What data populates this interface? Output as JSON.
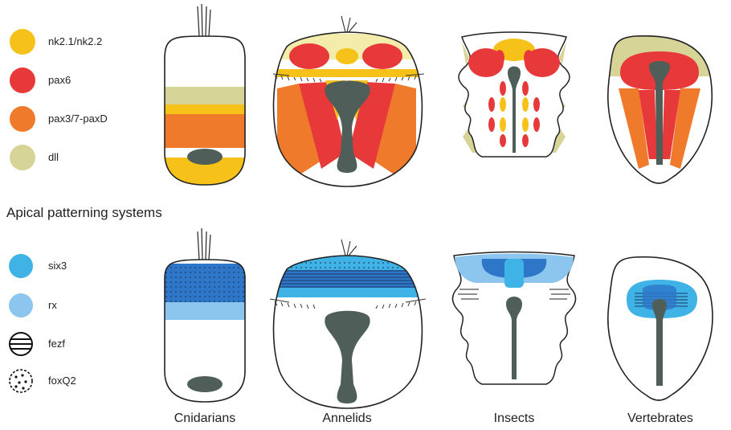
{
  "legend_top": [
    {
      "label": "nk2.1/nk2.2",
      "color": "#f6c21a"
    },
    {
      "label": "pax6",
      "color": "#e8393a"
    },
    {
      "label": "pax3/7-paxD",
      "color": "#ef7a2c"
    },
    {
      "label": "dll",
      "color": "#d6d496"
    }
  ],
  "section_heading": "Apical patterning systems",
  "legend_bottom": [
    {
      "label": "six3",
      "color": "#3fb3e6"
    },
    {
      "label": "rx",
      "color": "#8cc6ee"
    },
    {
      "label": "fezf",
      "icon": "horizontal-stripes-circle"
    },
    {
      "label": "foxQ2",
      "icon": "dotted-circle"
    }
  ],
  "columns": [
    "Cnidarians",
    "Annelids",
    "Insects",
    "Vertebrates"
  ],
  "colors": {
    "gut": "#4f5e58",
    "outline": "#222222"
  }
}
